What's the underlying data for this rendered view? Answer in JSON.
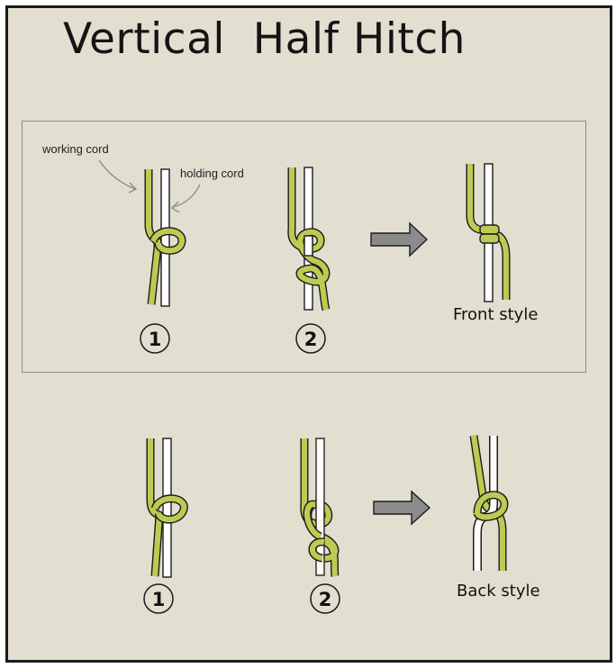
{
  "title": "Vertical  Half Hitch",
  "labels": {
    "working_cord": "working cord",
    "holding_cord": "holding cord",
    "front_style": "Front style",
    "back_style": "Back style",
    "step1": "1",
    "step2": "2"
  },
  "colors": {
    "background": "#e2dfd1",
    "working_cord": "#bccb52",
    "holding_cord": "#ffffff",
    "outline": "#1b1b1b",
    "arrow": "#8b8b8b"
  }
}
